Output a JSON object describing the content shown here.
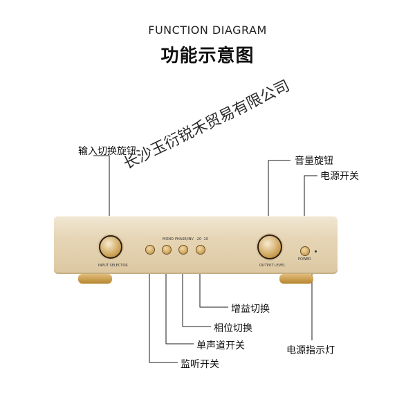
{
  "title_en": "FUNCTION DIAGRAM",
  "title_cn": "功能示意图",
  "labels": {
    "input_selector": "输入切换旋钮",
    "volume": "音量旋钮",
    "power_switch": "电源开关",
    "gain_switch": "增益切换",
    "phase_switch": "相位切换",
    "mono_switch": "单声道开关",
    "monitor_switch": "监听开关",
    "power_indicator": "电源指示灯"
  },
  "panel": {
    "input_selector": "INPUT SELECTOR",
    "output_level": "OUTPUT LEVEL",
    "power": "POWER",
    "mono": "MONO",
    "phase": "PHASE/INV",
    "gain": "-20 -10"
  },
  "watermark": "长沙玉衍锐禾贸易有限公司",
  "line_color": "#1a1a1a"
}
